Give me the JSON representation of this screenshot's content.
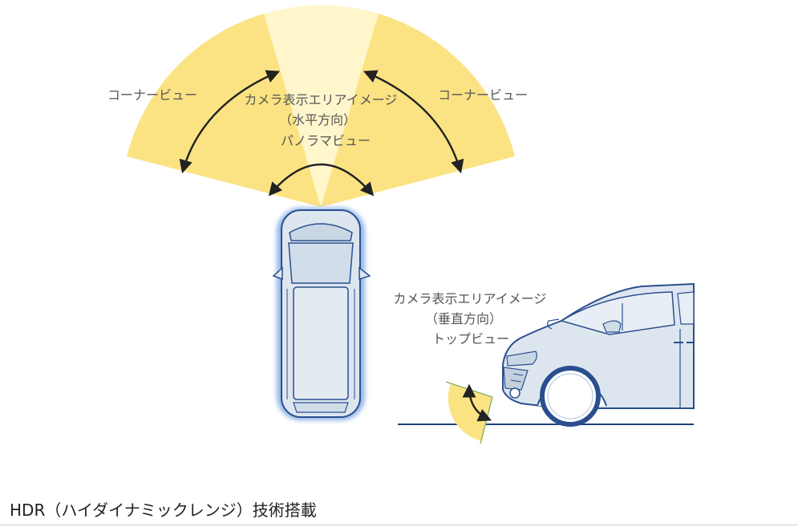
{
  "labels": {
    "corner_left": "コーナービュー",
    "corner_right": "コーナービュー",
    "horizontal_title": "カメラ表示エリアイメージ",
    "horizontal_sub": "（水平方向）",
    "panorama": "パノラマビュー",
    "vertical_title": "カメラ表示エリアイメージ",
    "vertical_sub": "（垂直方向）",
    "top_view": "トップビュー"
  },
  "footer": {
    "title": "HDR（ハイダイナミックレンジ）技術搭載"
  },
  "colors": {
    "fan_yellow": "#fbe383",
    "fan_light": "#fff6cc",
    "car_fill": "#dde6ef",
    "car_stroke": "#2a4f8f",
    "car_glow": "#8fb4e6",
    "ground_line": "#1f3f7a",
    "arrow": "#222222"
  }
}
